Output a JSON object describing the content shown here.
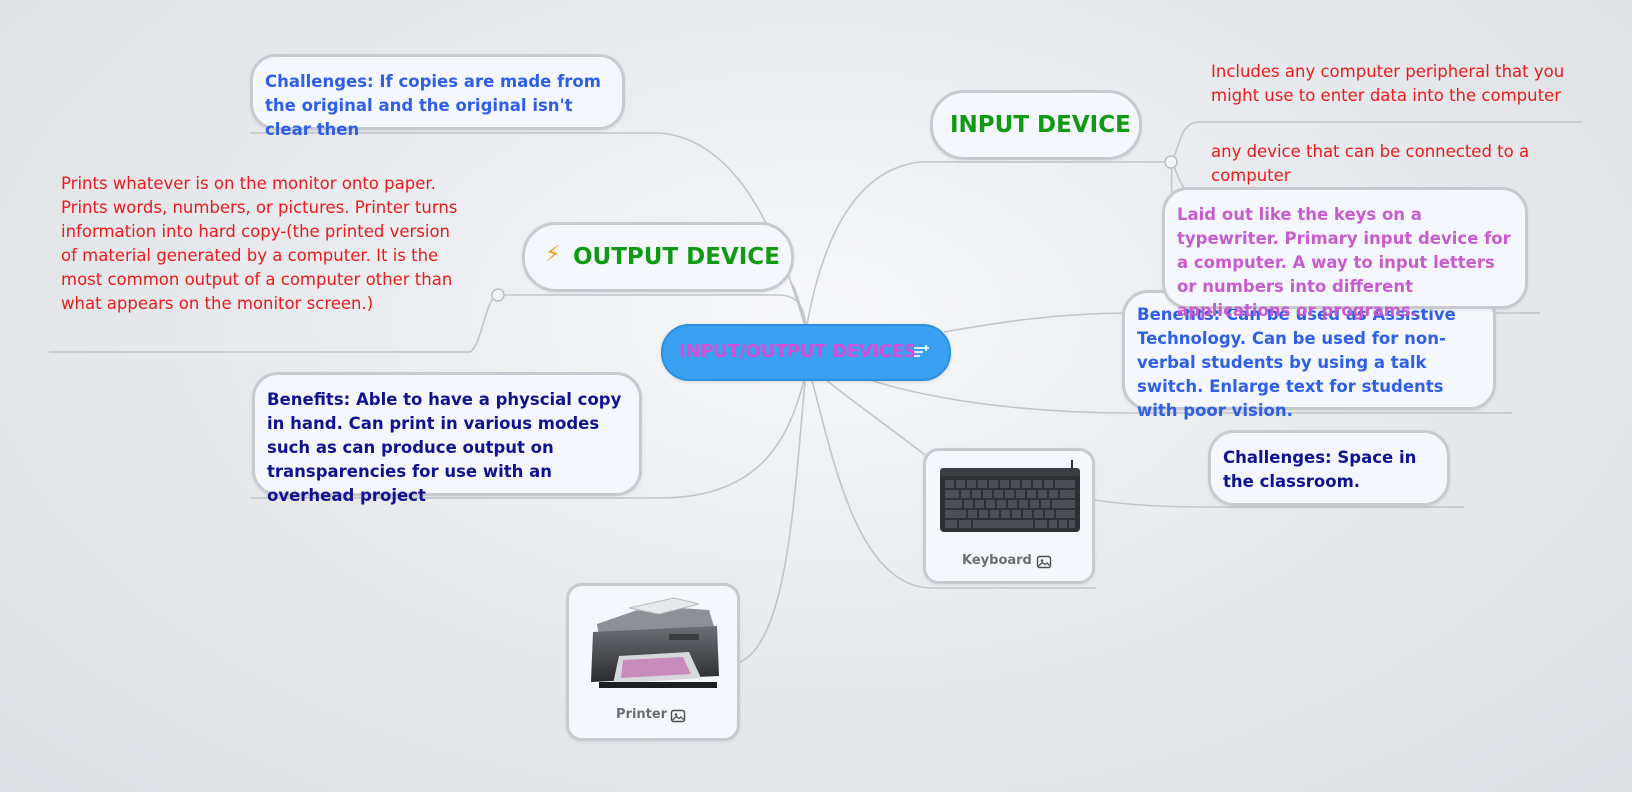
{
  "central": {
    "title": "INPUT/OUTPUT DEVICES",
    "note_icon": "note-add-icon",
    "color_bg": "#3aa0f0",
    "color_text": "#d24fd8"
  },
  "output_branch": {
    "title": "OUTPUT DEVICE",
    "icon": "lightning-icon",
    "title_color": "#109a14",
    "description": "Prints whatever is on the monitor onto paper. Prints words, numbers, or pictures. Printer turns information into hard copy-(the printed version of material generated by a computer. It is the most common output of a computer other than what appears on the monitor screen.)",
    "challenges": "Challenges: If copies are made from the original and the original isn't clear then",
    "benefits": "Benefits: Able to have a physcial copy in hand. Can print in various modes such as can produce output on transparencies for use with an overhead project",
    "image": {
      "caption": "Printer",
      "icon": "image-icon"
    }
  },
  "input_branch": {
    "title": "INPUT DEVICE",
    "title_color": "#109a14",
    "notes": [
      "Includes any computer peripheral that you might use to enter data into the computer",
      "any device that can be connected to a computer"
    ],
    "keyboard_description": "Laid out like the keys on a typewriter. Primary input device for a computer. A way to input letters or numbers into different applications or programs.",
    "benefits": "Benefits: Can be used as Assistive Technology. Can be used for non-verbal students by using a talk switch. Enlarge text for students with poor vision.",
    "challenges": "Challenges: Space in the classroom.",
    "image": {
      "caption": "Keyboard",
      "icon": "image-icon"
    }
  },
  "colors": {
    "red_text": "#e81b1b",
    "blue_text": "#2f5fe6",
    "navy_text": "#0f138f",
    "pink_text": "#c95bd0",
    "green_title": "#109a14",
    "connector": "#c2c5ca"
  }
}
